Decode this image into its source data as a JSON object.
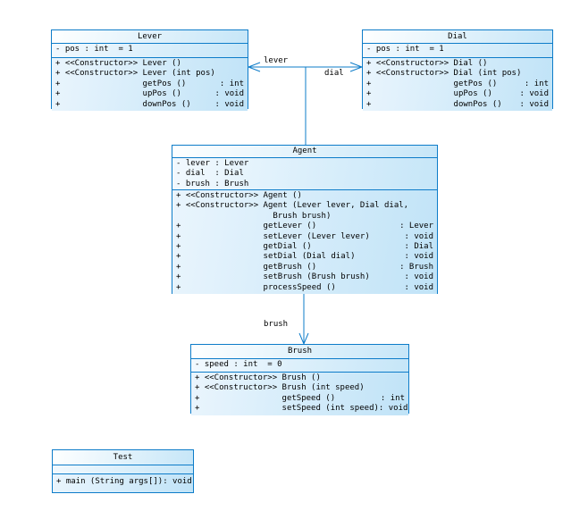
{
  "diagram": {
    "background": "#ffffff",
    "stroke_color": "#0d7cc9",
    "fill_gradient_start": "#feffff",
    "fill_gradient_end": "#c6e6f8",
    "text_color": "#000000"
  },
  "classes": {
    "lever": {
      "title": "Lever",
      "attributes": [
        {
          "text": "- pos : int  = 1"
        }
      ],
      "methods": [
        {
          "left": "+ <<Constructor>> Lever ()",
          "right": ""
        },
        {
          "left": "+ <<Constructor>> Lever (int pos)",
          "right": ""
        },
        {
          "left": "+                 getPos ()",
          "right": ": int"
        },
        {
          "left": "+                 upPos ()",
          "right": ": void"
        },
        {
          "left": "+                 downPos ()",
          "right": ": void"
        }
      ]
    },
    "dial": {
      "title": "Dial",
      "attributes": [
        {
          "text": "- pos : int  = 1"
        }
      ],
      "methods": [
        {
          "left": "+ <<Constructor>> Dial ()",
          "right": ""
        },
        {
          "left": "+ <<Constructor>> Dial (int pos)",
          "right": ""
        },
        {
          "left": "+                 getPos ()",
          "right": ": int"
        },
        {
          "left": "+                 upPos ()",
          "right": ": void"
        },
        {
          "left": "+                 downPos ()",
          "right": ": void"
        }
      ]
    },
    "agent": {
      "title": "Agent",
      "attributes": [
        {
          "text": "- lever : Lever"
        },
        {
          "text": "- dial  : Dial"
        },
        {
          "text": "- brush : Brush"
        }
      ],
      "methods": [
        {
          "left": "+ <<Constructor>> Agent ()",
          "right": ""
        },
        {
          "left": "+ <<Constructor>> Agent (Lever lever, Dial dial,",
          "right": ""
        },
        {
          "left": "                    Brush brush)",
          "right": ""
        },
        {
          "left": "+                 getLever ()",
          "right": ": Lever"
        },
        {
          "left": "+                 setLever (Lever lever)",
          "right": ": void"
        },
        {
          "left": "+                 getDial ()",
          "right": ": Dial"
        },
        {
          "left": "+                 setDial (Dial dial)",
          "right": ": void"
        },
        {
          "left": "+                 getBrush ()",
          "right": ": Brush"
        },
        {
          "left": "+                 setBrush (Brush brush)",
          "right": ": void"
        },
        {
          "left": "+                 processSpeed ()",
          "right": ": void"
        }
      ]
    },
    "brush": {
      "title": "Brush",
      "attributes": [
        {
          "text": "- speed : int  = 0"
        }
      ],
      "methods": [
        {
          "left": "+ <<Constructor>> Brush ()",
          "right": ""
        },
        {
          "left": "+ <<Constructor>> Brush (int speed)",
          "right": ""
        },
        {
          "left": "+                 getSpeed ()",
          "right": ": int"
        },
        {
          "left": "+                 setSpeed (int speed)",
          "right": ": void"
        }
      ]
    },
    "test": {
      "title": "Test",
      "attributes": [],
      "methods": [
        {
          "left": "+ main (String args[])",
          "right": ": void"
        }
      ]
    }
  },
  "connectors": {
    "lever": {
      "label": "lever"
    },
    "dial": {
      "label": "dial"
    },
    "brush": {
      "label": "brush"
    }
  }
}
